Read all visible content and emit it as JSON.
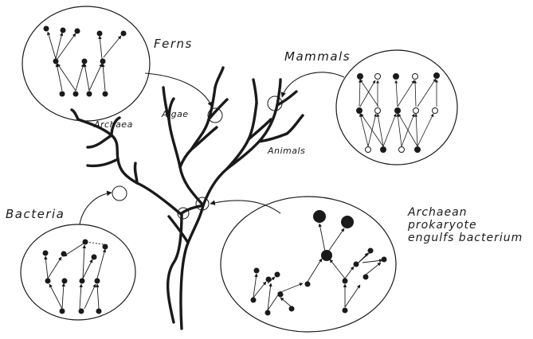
{
  "labels": {
    "ferns": "Ferns",
    "mammals": "Mammals",
    "archaea": "Archaea",
    "algae": "Algae",
    "animals": "Animals",
    "bacteria": "Bacteria",
    "merger_line1": "Archaean prokaryote",
    "merger_line2": "engulfs bacterium"
  },
  "colors": {
    "ink": "#1a1a1a",
    "background": "#ffffff"
  }
}
